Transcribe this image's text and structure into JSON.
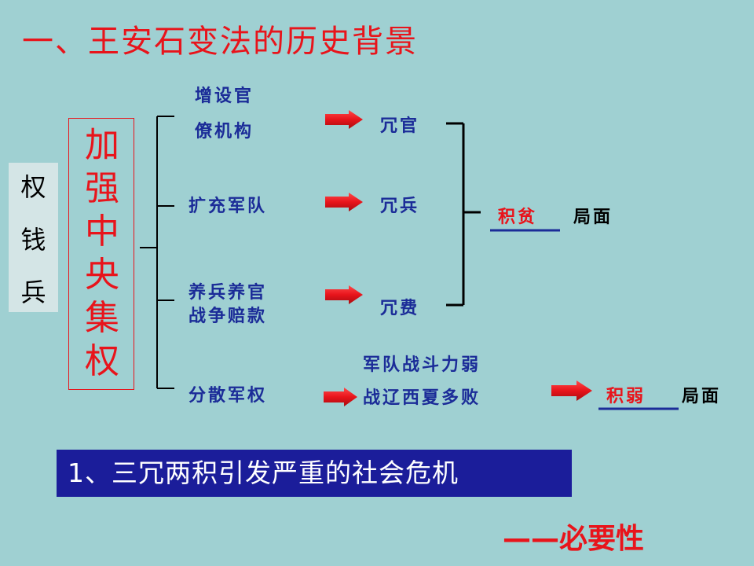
{
  "title": "一、王安石变法的历史背景",
  "side_chars": [
    "权",
    "钱",
    "兵"
  ],
  "center_chars": [
    "加",
    "强",
    "中",
    "央",
    "集",
    "权"
  ],
  "branches": {
    "b1_line1": "增设官",
    "b1_line2": "僚机构",
    "b2": "扩充军队",
    "b3_line1": "养兵养官",
    "b3_line2": "战争赔款",
    "b4": "分散军权"
  },
  "results": {
    "r1": "冗官",
    "r2": "冗兵",
    "r3": "冗费",
    "r4_line1": "军队战斗力弱",
    "r4_line2": "战辽西夏多败"
  },
  "outcomes": {
    "poor_key": "积贫",
    "poor_suffix": "局面",
    "weak_key": "积弱",
    "weak_suffix": "局面"
  },
  "banner": "1、三冗两积引发严重的社会危机",
  "necessity": "——必要性",
  "colors": {
    "background": "#9fd0d2",
    "title_red": "#e8141b",
    "text_blue": "#1b2c98",
    "banner_bg": "#1b1d9a"
  }
}
